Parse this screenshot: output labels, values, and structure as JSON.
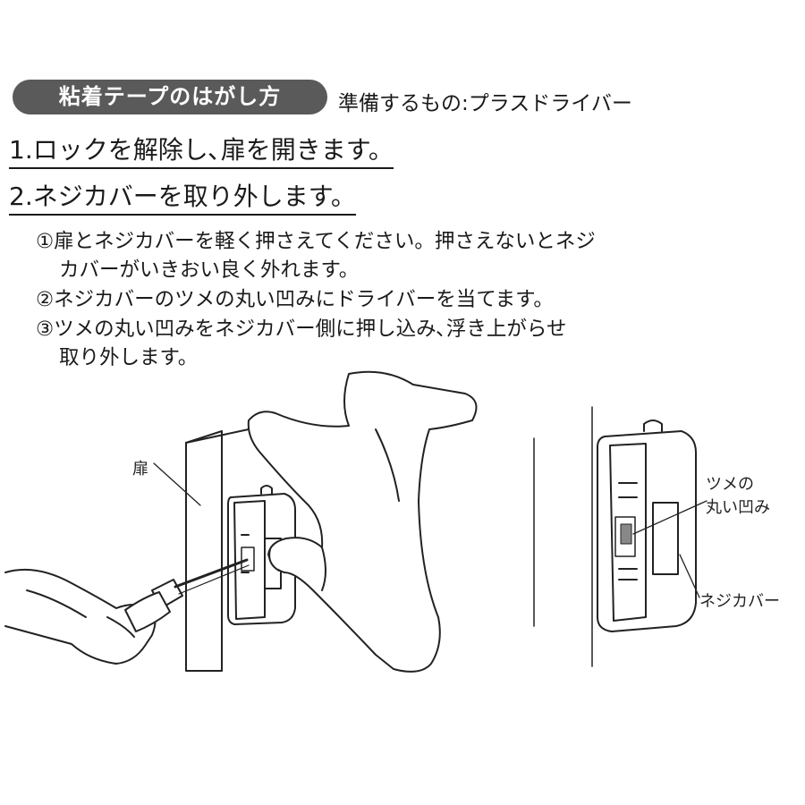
{
  "header": {
    "title_pill": "粘着テープのはがし方",
    "preparation": "準備するもの:プラスドライバー"
  },
  "steps": [
    "1.ロックを解除し､扉を開きます。",
    "2.ネジカバーを取り外します。"
  ],
  "substeps": {
    "s1_line1": "①扉とネジカバーを軽く押さえてください。押さえないとネジ",
    "s1_line2": "カバーがいきおい良く外れます。",
    "s2": "②ネジカバーのツメの丸い凹みにドライバーを当てます。",
    "s3_line1": "③ツメの丸い凹みをネジカバー側に押し込み､浮き上がらせ",
    "s3_line2": "取り外します。"
  },
  "illustration_labels": {
    "door": "扉",
    "claw_line1": "ツメの",
    "claw_line2": "丸い凹み",
    "screw_cover": "ネジカバー"
  }
}
